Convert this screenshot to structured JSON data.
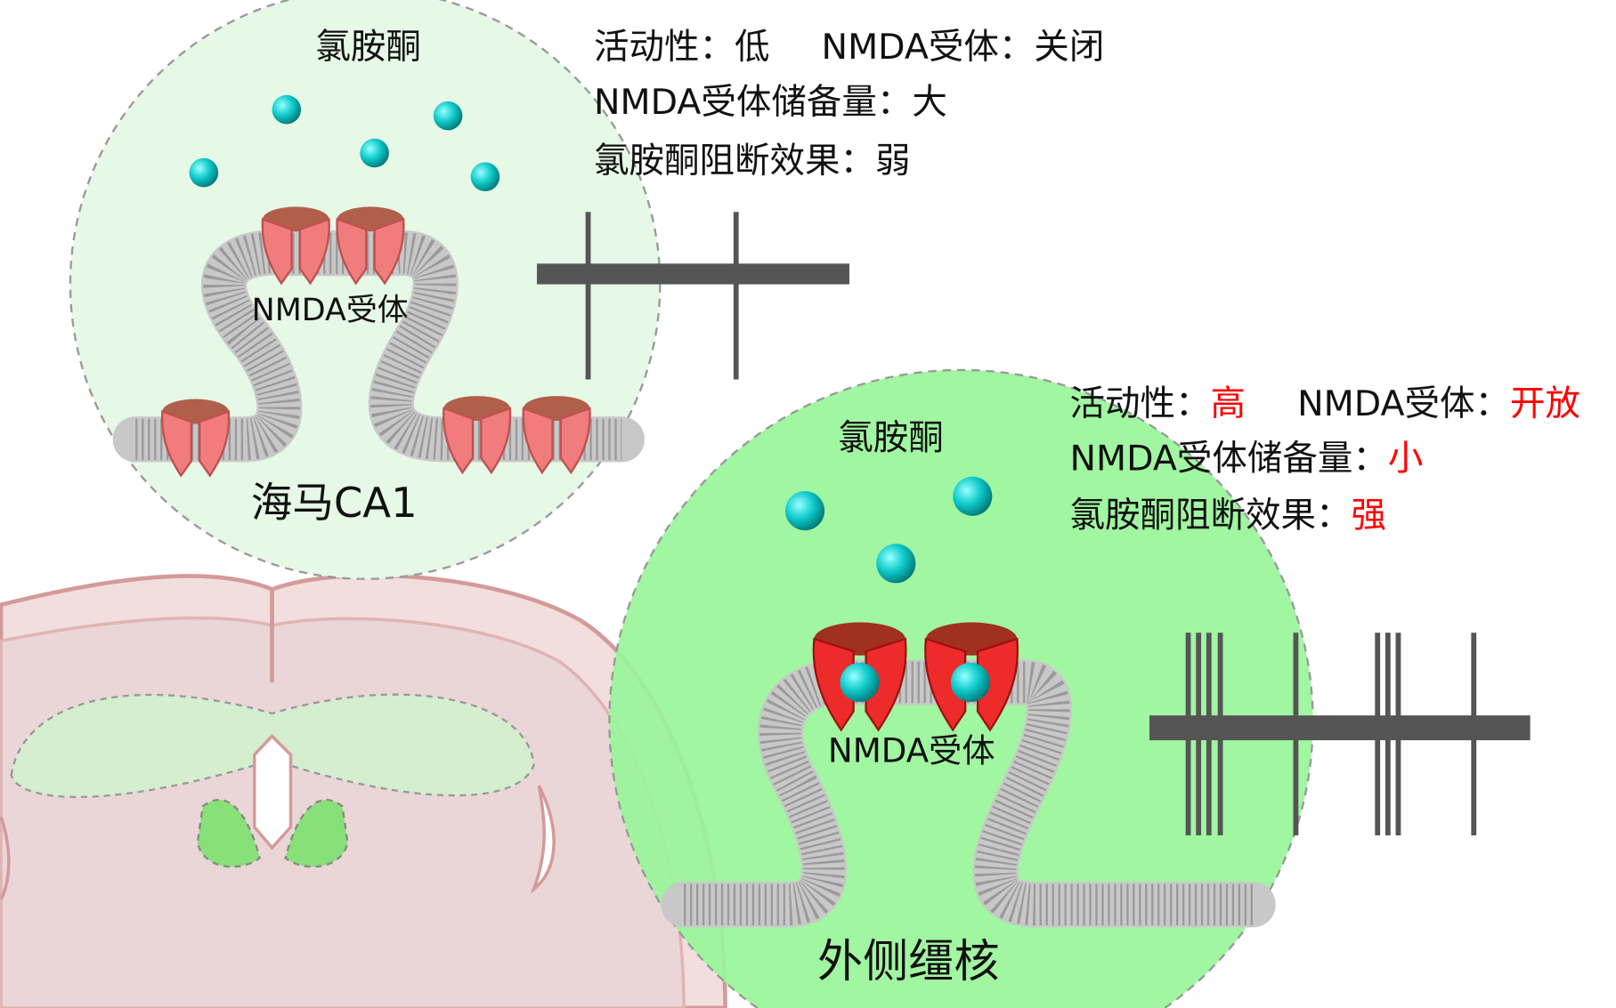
{
  "top_panel": {
    "region": "海马CA1",
    "drug": "氯胺酮",
    "receptor": "NMDA受体",
    "activity_label": "活动性：",
    "activity_value": "低",
    "receptor_state_label": "NMDA受体：",
    "receptor_state_value": "关闭",
    "reserve_label": "NMDA受体储备量：",
    "reserve_value": "大",
    "block_label": "氯胺酮阻断效果：",
    "block_value": "弱",
    "circle_color": "#e6f8e6"
  },
  "bottom_panel": {
    "region": "外侧缰核",
    "drug": "氯胺酮",
    "receptor": "NMDA受体",
    "activity_label": "活动性：",
    "activity_value": "高",
    "receptor_state_label": "NMDA受体：",
    "receptor_state_value": "开放",
    "reserve_label": "NMDA受体储备量：",
    "reserve_value": "小",
    "block_label": "氯胺酮阻断效果：",
    "block_value": "强",
    "circle_color": "#99f599",
    "highlight_color": "#ff0000"
  }
}
